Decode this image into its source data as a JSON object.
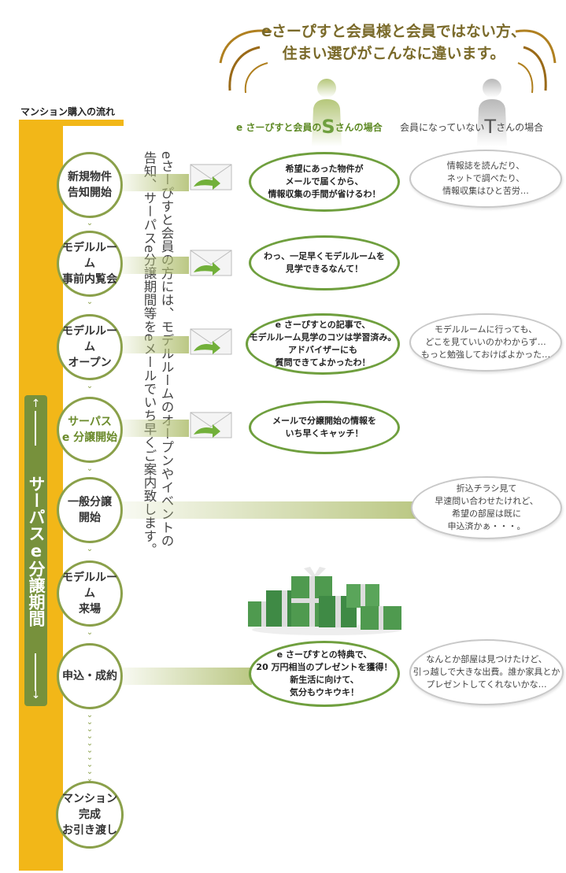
{
  "banner": {
    "line1": "eさーぴすと会員様と会員ではない方、",
    "line2": "住まい選びがこんなに違います。"
  },
  "flow": {
    "label": "マンション購入の流れ",
    "period_label": "サーパスe分譲期間"
  },
  "persons": {
    "s_prefix": "e さーぴすと会員の",
    "s_letter": "S",
    "s_suffix": "さんの場合",
    "t_prefix": "会員になっていない",
    "t_letter": "T",
    "t_suffix": "さんの場合"
  },
  "vertical_note": "eさーぴすと会員の方には、モデルルームのオープンやイベントの告知、サーパスe分譲期間等をeメールでいち早くご案内致します。",
  "steps": [
    {
      "l1": "新規物件",
      "l2": "告知開始"
    },
    {
      "l1": "モデルルーム",
      "l2": "事前内覧会"
    },
    {
      "l1": "モデルルーム",
      "l2": "オープン"
    },
    {
      "l1": "サーパス",
      "l2": "e 分譲開始"
    },
    {
      "l1": "一般分譲",
      "l2": "開始"
    },
    {
      "l1": "モデルルーム",
      "l2": "来場"
    },
    {
      "l1": "申込・成約",
      "l2": ""
    },
    {
      "l1": "マンション",
      "l2": "完成",
      "l3": "お引き渡し"
    }
  ],
  "s_bubbles": [
    [
      "希望にあった物件が",
      "メールで届くから、",
      "情報収集の手間が省けるわ！"
    ],
    [
      "わっ、一足早くモデルルームを",
      "見学できるなんて！"
    ],
    [
      "e さーぴすとの記事で、",
      "モデルルーム見学のコツは学習済み。",
      "アドバイザーにも",
      "質問できてよかったわ！"
    ],
    [
      "メールで分譲開始の情報を",
      "いち早くキャッチ！"
    ],
    [
      "e さーぴすとの特典で、",
      "20 万円相当のプレゼントを獲得！",
      "新生活に向けて、",
      "気分もウキウキ！"
    ]
  ],
  "t_bubbles": [
    [
      "情報誌を読んだり、",
      "ネットで調べたり、",
      "情報収集はひと苦労…"
    ],
    [
      "モデルルームに行っても、",
      "どこを見ていいのかわからず…",
      "もっと勉強しておけばよかった…"
    ],
    [
      "折込チラシ見て",
      "早速問い合わせたけれど、",
      "希望の部屋は既に",
      "申込済かぁ・・・。"
    ],
    [
      "なんとか部屋は見つけたけど、",
      "引っ越しで大きな出費。誰か家具とか",
      "プレゼントしてくれないかな…"
    ]
  ],
  "colors": {
    "accent_orange": "#f2b718",
    "accent_green": "#77913c",
    "bubble_green": "#6f9f3e"
  }
}
